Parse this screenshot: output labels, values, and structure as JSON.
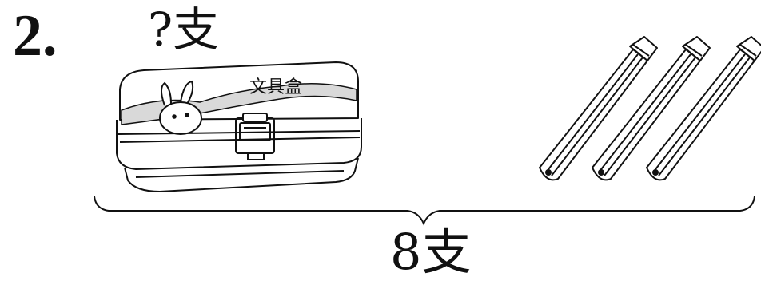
{
  "question": {
    "number": "2.",
    "unknown_label": "?支",
    "total_label": "8支"
  },
  "pencil_case": {
    "label": "文具盒"
  },
  "pencils": {
    "count": 3
  },
  "colors": {
    "ink": "#111111",
    "wave_fill": "#d9d9d9"
  }
}
